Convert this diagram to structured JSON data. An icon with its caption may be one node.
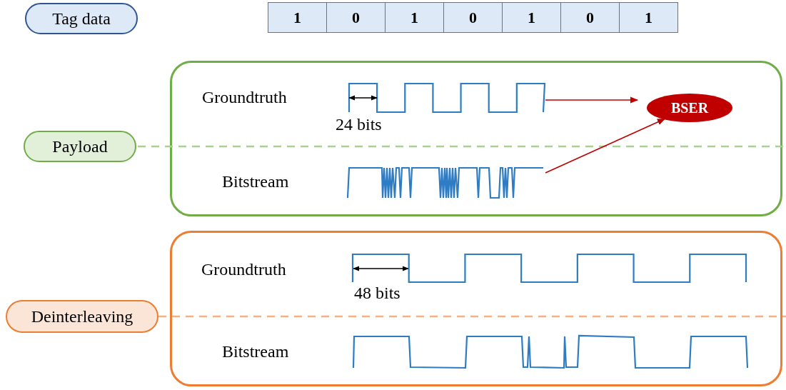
{
  "diagram": {
    "nodes": [
      {
        "text": [
          "Tag data"
        ]
      },
      {
        "text": [
          "Payload"
        ]
      },
      {
        "text": [],
        "shape": "box"
      },
      {
        "text": [],
        "shape": "picture",
        "in": 2
      },
      {
        "text": [
          "BSER"
        ],
        "in": 2
      },
      {
        "text": [],
        "shape": "picture",
        "in": 2
      },
      {
        "text": [
          "Deinterleaving"
        ]
      },
      {
        "text": [],
        "shape": "box"
      }
    ],
    "edges": [
      {
        "from": 3,
        "to": 4,
        "arrow": "to"
      },
      {
        "from": 5,
        "to": 4,
        "arrow": "to"
      }
    ],
    "labels": [
      "1",
      "0",
      "1",
      "0",
      "1",
      "0",
      "1",
      "Groundtruth",
      "24 bits",
      "Bitstream",
      "Groundtruth",
      "48 bits",
      "Bitstream"
    ]
  }
}
